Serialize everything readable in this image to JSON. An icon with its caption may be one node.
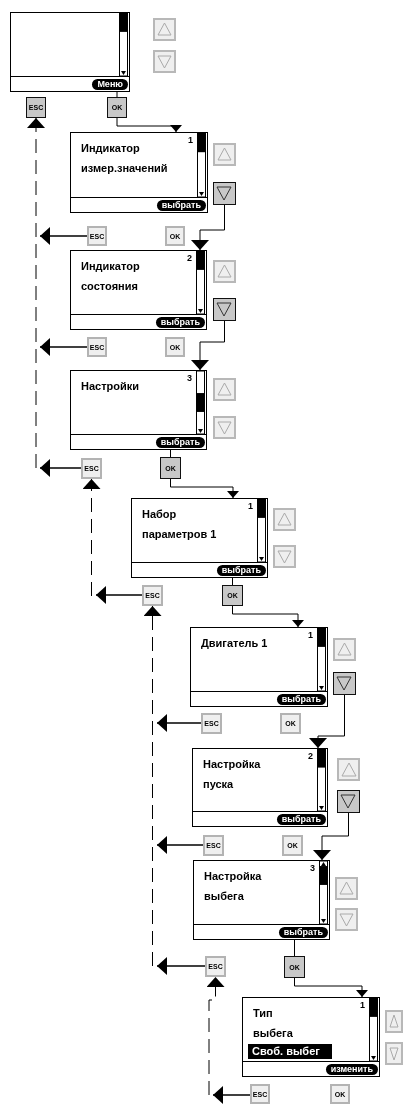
{
  "diagram": {
    "nodes": [
      {
        "text": [
          "Меню"
        ]
      },
      {
        "text": [
          "ESC"
        ]
      },
      {
        "text": [
          "OK"
        ]
      },
      {
        "text": [
          "Индикатор измер.значений",
          "1",
          "выбрать"
        ]
      },
      {
        "text": [],
        "shape": "box"
      },
      {
        "text": [
          "ESC"
        ]
      },
      {
        "text": [
          "OK"
        ]
      },
      {
        "text": [
          "Индикатор состояния",
          "2",
          "выбрать"
        ]
      },
      {
        "text": [],
        "shape": "box"
      },
      {
        "text": [
          "ESC"
        ]
      },
      {
        "text": [
          "OK"
        ]
      },
      {
        "text": [
          "Настройки",
          "3",
          "выбрать"
        ]
      },
      {
        "text": [
          "ESC"
        ]
      },
      {
        "text": [
          "OK"
        ]
      },
      {
        "text": [
          "Набор параметров 1",
          "1",
          "выбрать"
        ]
      },
      {
        "text": [
          "ESC"
        ]
      },
      {
        "text": [
          "OK"
        ]
      },
      {
        "text": [
          "Двигатель 1",
          "1",
          "выбрать"
        ]
      },
      {
        "text": [],
        "shape": "box"
      },
      {
        "text": [
          "ESC"
        ]
      },
      {
        "text": [
          "OK"
        ]
      },
      {
        "text": [
          "Настройка пуска",
          "2",
          "выбрать"
        ]
      },
      {
        "text": [],
        "shape": "box"
      },
      {
        "text": [
          "ESC"
        ]
      },
      {
        "text": [
          "OK"
        ]
      },
      {
        "text": [
          "Настройка выбега",
          "3",
          "выбрать"
        ]
      },
      {
        "text": [
          "ESC"
        ]
      },
      {
        "text": [
          "OK"
        ]
      },
      {
        "text": [
          "Тип выбега",
          "1",
          "Своб. выбег",
          "изменить"
        ]
      },
      {
        "text": [
          "ESC"
        ]
      },
      {
        "text": [
          "OK"
        ]
      },
      {
        "text": [],
        "shape": "box"
      }
    ],
    "edges": [
      {
        "from": 0,
        "to": 2,
        "arrow": "none"
      },
      {
        "from": 2,
        "to": 3,
        "arrow": "to"
      },
      {
        "from": 5,
        "to": null,
        "arrow": "to"
      },
      {
        "from": 4,
        "to": 7,
        "arrow": "to"
      },
      {
        "from": 9,
        "to": null,
        "arrow": "to"
      },
      {
        "from": 8,
        "to": 11,
        "arrow": "to"
      },
      {
        "from": 12,
        "to": null,
        "arrow": "to"
      },
      {
        "from": 11,
        "to": 13,
        "arrow": "none"
      },
      {
        "from": 13,
        "to": 14,
        "arrow": "to"
      },
      {
        "from": 15,
        "to": null,
        "arrow": "to"
      },
      {
        "from": 14,
        "to": 16,
        "arrow": "none"
      },
      {
        "from": 16,
        "to": 17,
        "arrow": "to"
      },
      {
        "from": 19,
        "to": null,
        "arrow": "to"
      },
      {
        "from": 18,
        "to": 21,
        "arrow": "to"
      },
      {
        "from": 23,
        "to": null,
        "arrow": "to"
      },
      {
        "from": 22,
        "to": 25,
        "arrow": "to"
      },
      {
        "from": 26,
        "to": null,
        "arrow": "to"
      },
      {
        "from": 25,
        "to": 27,
        "arrow": "none"
      },
      {
        "from": 27,
        "to": 28,
        "arrow": "to"
      },
      {
        "from": 29,
        "to": null,
        "arrow": "to"
      },
      {
        "from": null,
        "to": 1,
        "arrow": "to",
        "style": "dashed"
      },
      {
        "from": null,
        "to": 12,
        "arrow": "to",
        "style": "dashed"
      },
      {
        "from": null,
        "to": 15,
        "arrow": "to",
        "style": "dashed"
      },
      {
        "from": null,
        "to": 26,
        "arrow": "to",
        "style": "dashed"
      }
    ]
  }
}
